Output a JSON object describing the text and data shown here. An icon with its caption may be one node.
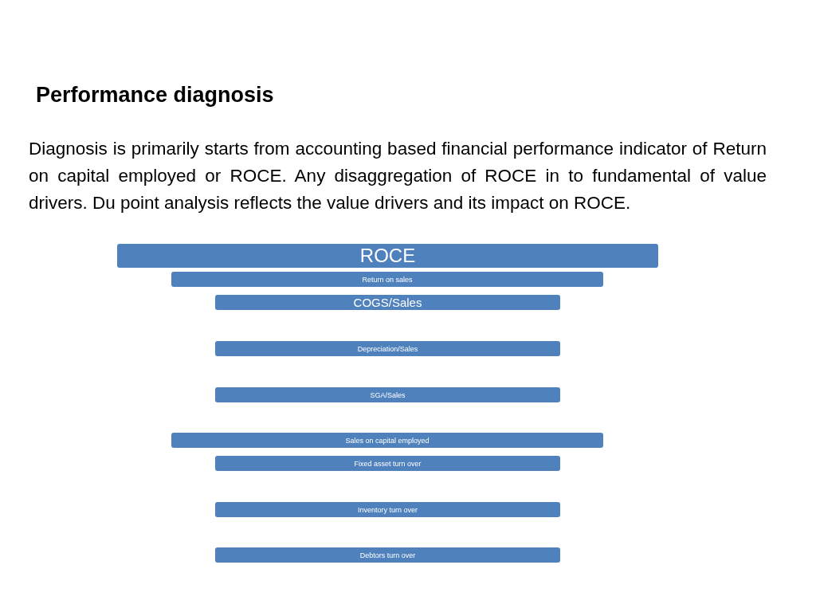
{
  "diagram": {
    "title": "Performance diagnosis",
    "nodes": [
      {
        "text": [
          "ROCE"
        ]
      },
      {
        "text": [
          "Return on sales"
        ]
      },
      {
        "text": [
          "COGS/Sales"
        ]
      },
      {
        "text": [
          "Depreciation/Sales"
        ]
      },
      {
        "text": [
          "SGA/Sales"
        ]
      },
      {
        "text": [
          "Sales on capital employed"
        ]
      },
      {
        "text": [
          "Fixed asset turn over"
        ]
      },
      {
        "text": [
          "Inventory turn over"
        ]
      },
      {
        "text": [
          "Debtors turn over"
        ]
      }
    ],
    "edges": [],
    "labels": [
      "Diagnosis is primarily starts from accounting based financial performance indicator of Return on capital employed or ROCE. Any disaggregation of ROCE in to fundamental of value drivers. Du point analysis reflects the value drivers and its impact on ROCE."
    ]
  }
}
